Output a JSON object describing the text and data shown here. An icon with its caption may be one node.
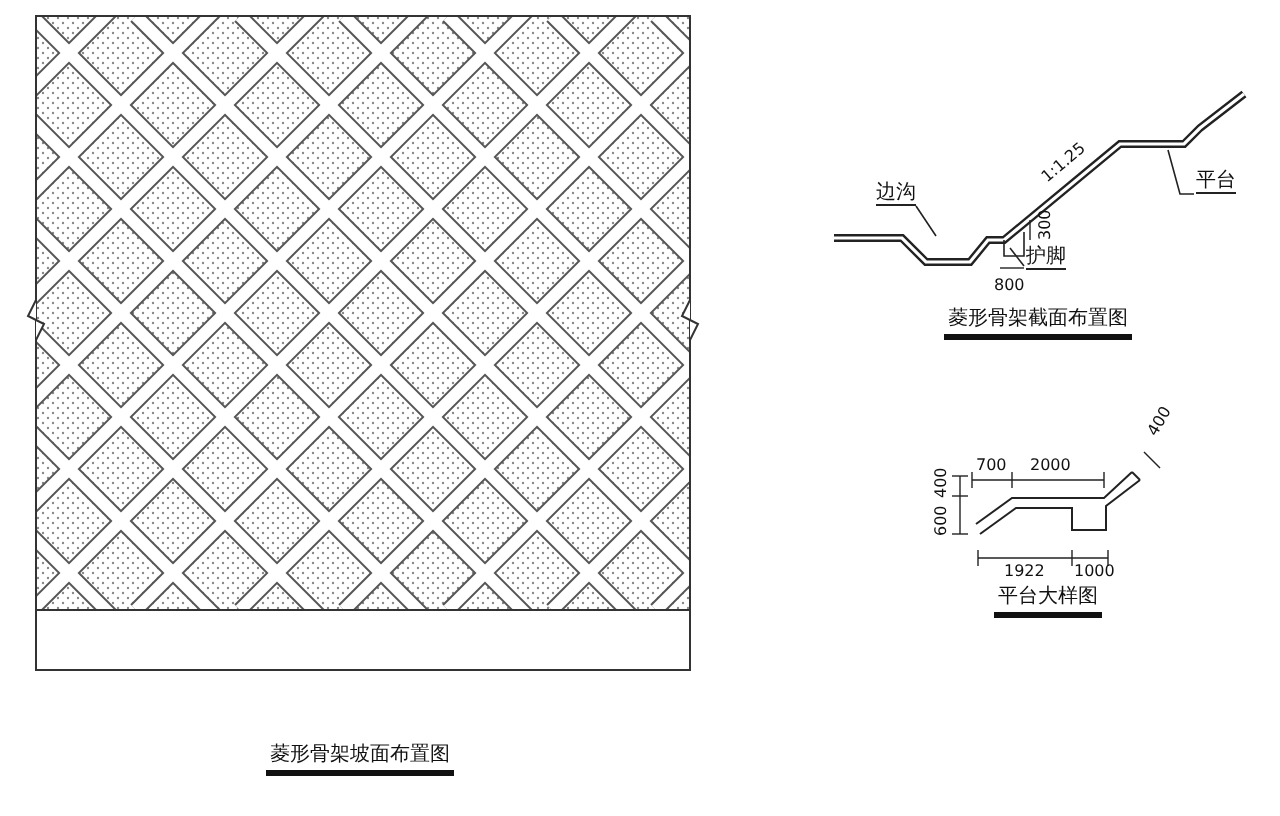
{
  "diagram": {
    "nodes": [
      {
        "text": [
          "边沟"
        ]
      },
      {
        "text": [
          "平台"
        ]
      },
      {
        "text": [
          "护脚"
        ]
      }
    ],
    "edges": [
      {
        "from": 0,
        "to": null,
        "arrow": "none"
      },
      {
        "from": 1,
        "to": null,
        "arrow": "none"
      },
      {
        "from": 2,
        "to": null,
        "arrow": "none"
      }
    ],
    "labels": [
      "1:1.25",
      "300",
      "800",
      "菱形骨架截面布置图",
      "700",
      "2000",
      "400",
      "600",
      "1922",
      "1000",
      "400",
      "平台大样图",
      "菱形骨架坡面布置图"
    ]
  }
}
